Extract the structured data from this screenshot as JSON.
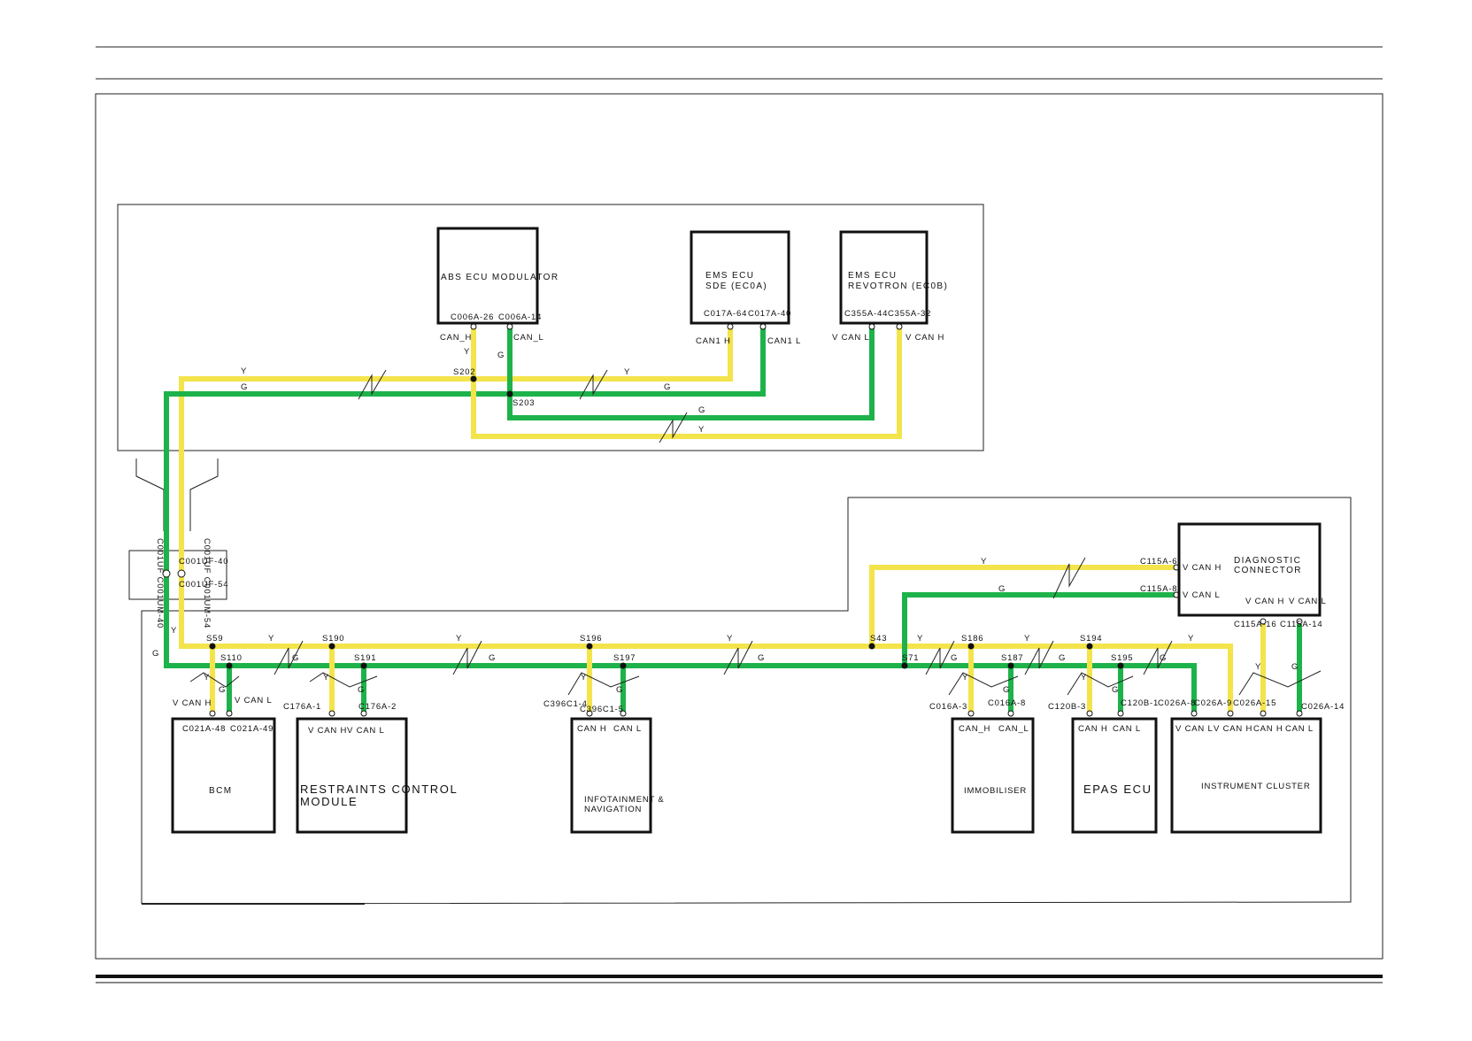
{
  "colors": {
    "can_high_wire": "#f2e44a",
    "can_low_wire": "#1db34a",
    "outline": "#111111"
  },
  "wire_color_codes": {
    "yellow": "Y",
    "green": "G"
  },
  "modules": {
    "abs": {
      "title": "ABS ECU MODULATOR",
      "pin_high": "C006A-26",
      "pin_low": "C006A-14",
      "sig_high": "CAN_H",
      "sig_low": "CAN_L"
    },
    "ems_sde": {
      "title_l1": "EMS ECU",
      "title_l2": "SDE (EC0A)",
      "pin_high": "C017A-64",
      "pin_low": "C017A-40",
      "sig_high": "CAN1 H",
      "sig_low": "CAN1 L"
    },
    "ems_rev": {
      "title_l1": "EMS ECU",
      "title_l2": "REVOTRON (EC0B)",
      "pin_a": "C355A-44",
      "pin_b": "C355A-32",
      "sig_a": "V CAN L",
      "sig_b": "V CAN H"
    },
    "diag": {
      "title_l1": "DIAGNOSTIC",
      "title_l2": "CONNECTOR",
      "pin_h": "C115A-6",
      "pin_l": "C115A-8",
      "sig_h": "V CAN H",
      "sig_l": "V CAN L",
      "sig_h2": "V CAN H",
      "sig_l2": "V CAN L",
      "pin_h2": "C115A-16",
      "pin_l2": "C115A-14"
    },
    "bcm": {
      "title": "BCM",
      "pin_high": "C021A-48",
      "pin_low": "C021A-49",
      "sig_high": "V CAN H",
      "sig_low": "V CAN L"
    },
    "rcm": {
      "title_l1": "RESTRAINTS CONTROL",
      "title_l2": "MODULE",
      "pin_high": "C176A-1",
      "pin_low": "C176A-2",
      "sig_high": "V CAN H",
      "sig_low": "V CAN L"
    },
    "info": {
      "title_l1": "INFOTAINMENT &",
      "title_l2": "NAVIGATION",
      "pin_high": "C396C1-4",
      "pin_low": "C396C1-5",
      "sig_high": "CAN H",
      "sig_low": "CAN L"
    },
    "immo": {
      "title": "IMMOBILISER",
      "pin_high": "C016A-3",
      "pin_low": "C016A-8",
      "sig_high": "CAN_H",
      "sig_low": "CAN_L"
    },
    "epas": {
      "title": "EPAS ECU",
      "pin_high": "C120B-3",
      "pin_low": "C120B-1",
      "sig_high": "CAN H",
      "sig_low": "CAN L"
    },
    "cluster": {
      "title": "INSTRUMENT CLUSTER",
      "pin_a": "C026A-8",
      "pin_b": "C026A-9",
      "pin_c": "C026A-15",
      "pin_d": "C026A-14",
      "sig_a": "V CAN L",
      "sig_b": "V CAN H",
      "sig_c": "CAN H",
      "sig_d": "CAN L"
    }
  },
  "connector": {
    "pin_1": "C001UF-40",
    "pin_2": "C001UF-54",
    "pin_3": "C001UM-40",
    "pin_4": "C001UM-54",
    "side_left": "C001UF C001UM-40",
    "side_right": "C001UF C001UM-54"
  },
  "splices": {
    "s202": "S202",
    "s203": "S203",
    "s59": "S59",
    "s110": "S110",
    "s190": "S190",
    "s191": "S191",
    "s196": "S196",
    "s197": "S197",
    "s43": "S43",
    "s71": "S71",
    "s186": "S186",
    "s187": "S187",
    "s194": "S194",
    "s195": "S195"
  }
}
